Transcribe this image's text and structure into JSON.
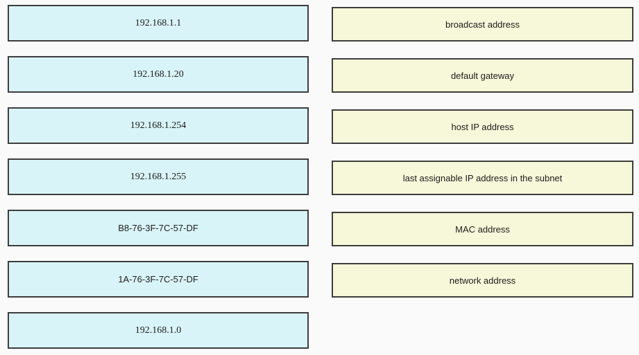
{
  "colors": {
    "background": "#fafafa",
    "value_fill": "#d9f4f8",
    "label_fill": "#f7f7d9",
    "border": "#3d3d3d",
    "text": "#1c1c1c"
  },
  "value_column": {
    "items": [
      {
        "label": "192.168.1.1",
        "kind": "ip-address"
      },
      {
        "label": "192.168.1.20",
        "kind": "ip-address"
      },
      {
        "label": "192.168.1.254",
        "kind": "ip-address"
      },
      {
        "label": "192.168.1.255",
        "kind": "ip-address"
      },
      {
        "label": "B8-76-3F-7C-57-DF",
        "kind": "mac-address"
      },
      {
        "label": "1A-76-3F-7C-57-DF",
        "kind": "mac-address"
      },
      {
        "label": "192.168.1.0",
        "kind": "ip-address"
      }
    ]
  },
  "label_column": {
    "items": [
      {
        "label": "broadcast address"
      },
      {
        "label": "default gateway"
      },
      {
        "label": "host IP address"
      },
      {
        "label": "last assignable IP address in the subnet"
      },
      {
        "label": "MAC address"
      },
      {
        "label": "network address"
      }
    ]
  }
}
